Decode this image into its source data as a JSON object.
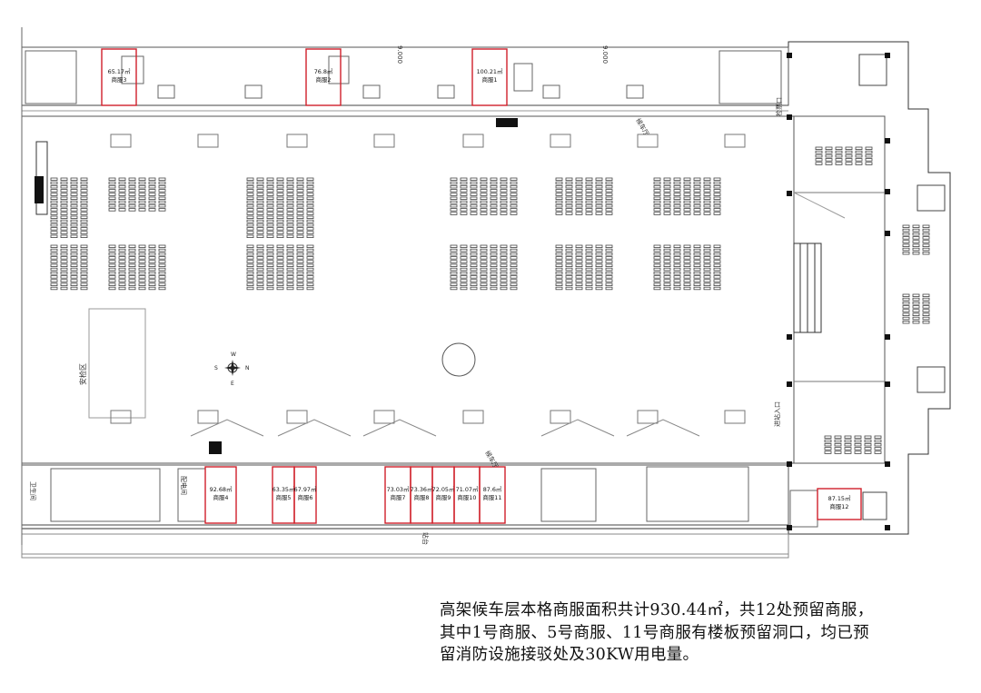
{
  "shops": [
    {
      "id": "shop-3",
      "area": "65.17㎡",
      "name": "商服3"
    },
    {
      "id": "shop-2",
      "area": "76.8㎡",
      "name": "商服2"
    },
    {
      "id": "shop-1",
      "area": "100.21㎡",
      "name": "商服1"
    },
    {
      "id": "shop-4",
      "area": "92.68㎡",
      "name": "商服4"
    },
    {
      "id": "shop-5",
      "area": "63.35㎡",
      "name": "商服5"
    },
    {
      "id": "shop-6",
      "area": "67.97㎡",
      "name": "商服6"
    },
    {
      "id": "shop-7",
      "area": "73.03㎡",
      "name": "商服7"
    },
    {
      "id": "shop-8",
      "area": "73.36㎡",
      "name": "商服8"
    },
    {
      "id": "shop-9",
      "area": "72.05㎡",
      "name": "商服9"
    },
    {
      "id": "shop-10",
      "area": "71.07㎡",
      "name": "商服10"
    },
    {
      "id": "shop-11",
      "area": "87.6㎡",
      "name": "商服11"
    },
    {
      "id": "shop-12",
      "area": "87.15㎡",
      "name": "商服12"
    }
  ],
  "labels": {
    "lavatory_left": "卫生间",
    "security_area": "安检区",
    "distribution_left": "配电间",
    "platform": "站台",
    "ticket_entrance": "检票口",
    "entrance_right": "进站入口",
    "corridor": "候车厅",
    "level_mark_1": "9.000",
    "level_mark_2": "9.000",
    "compass_n": "N",
    "compass_s": "S",
    "compass_e": "E",
    "compass_w": "W"
  },
  "note": {
    "line1": "高架候车层本格商服面积共计930.44㎡，共12处预留商服，",
    "line2": "其中1号商服、5号商服、11号商服有楼板预留洞口，均已预",
    "line3": "留消防设施接驳处及30KW用电量。"
  },
  "colors": {
    "shop_outline": "#d0202a",
    "line": "#333333",
    "light_line": "#888888"
  }
}
